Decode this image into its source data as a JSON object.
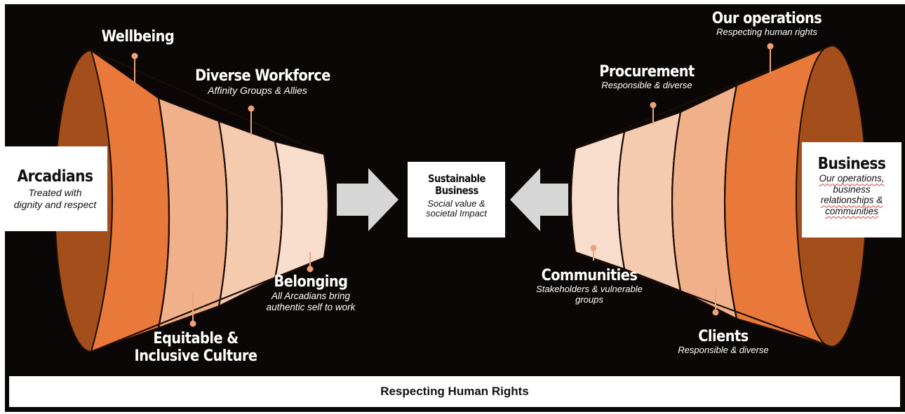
{
  "colors": {
    "background": "#0b0706",
    "rim_dark": "#a44f1b",
    "band_1": "#e8793a",
    "band_2": "#f0b08a",
    "band_3": "#f5cbb0",
    "band_4": "#f8ddcc",
    "connector": "#f1a07a",
    "arrow": "#d6d6d6"
  },
  "left_funnel": {
    "main_box": {
      "title": "Arcadians",
      "subtitle": "Treated with dignity and respect"
    },
    "wellbeing": {
      "title": "Wellbeing"
    },
    "diverse_workforce": {
      "title": "Diverse Workforce",
      "subtitle": "Affinity Groups & Allies"
    },
    "belonging": {
      "title": "Belonging",
      "subtitle": "All Arcadians bring authentic self to work"
    },
    "equitable": {
      "title": "Equitable & Inclusive Culture"
    }
  },
  "center": {
    "title": "Sustainable Business",
    "subtitle": "Social value & societal Impact"
  },
  "right_funnel": {
    "main_box": {
      "title": "Business",
      "line1": "Our operations,",
      "line2": "business",
      "line3": "relationships &",
      "line4": "communities"
    },
    "our_operations": {
      "title": "Our operations",
      "subtitle": "Respecting human rights"
    },
    "procurement": {
      "title": "Procurement",
      "subtitle": "Responsible & diverse"
    },
    "communities": {
      "title": "Communities",
      "subtitle": "Stakeholders & vulnerable groups"
    },
    "clients": {
      "title": "Clients",
      "subtitle": "Responsible & diverse"
    }
  },
  "footer": {
    "label": "Respecting Human Rights"
  }
}
